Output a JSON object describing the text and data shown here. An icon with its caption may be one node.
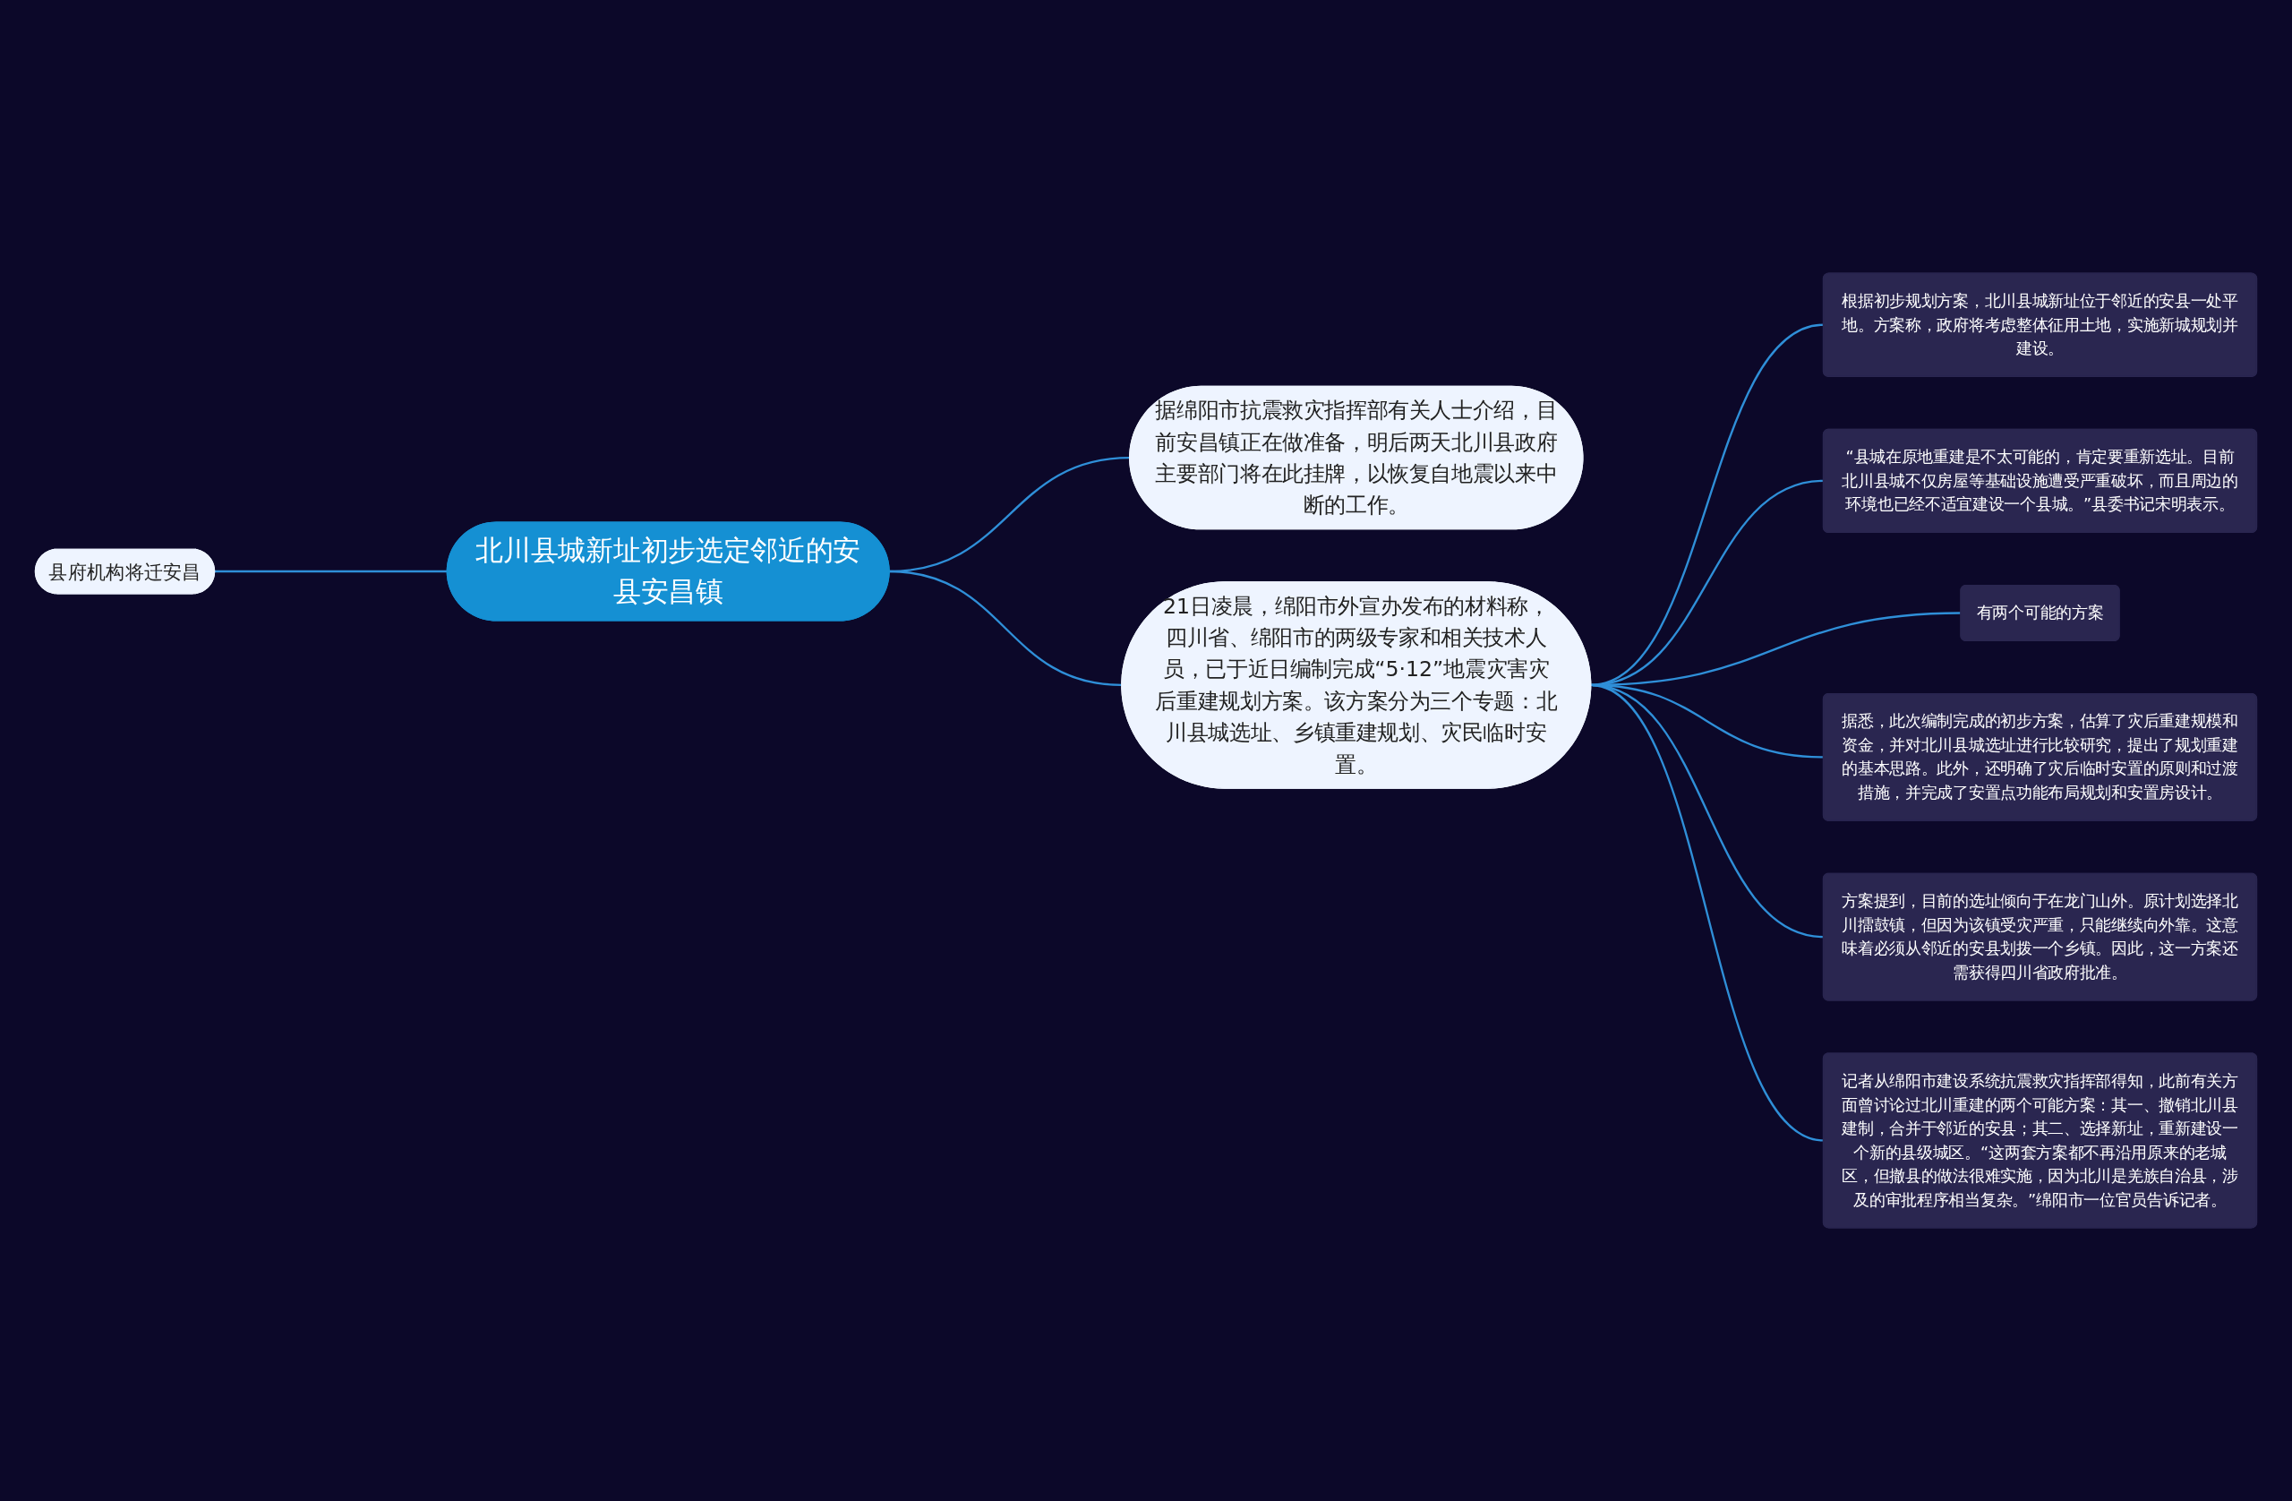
{
  "diagram": {
    "nodes": [
      {
        "text": [
          "北川县城新址初步选定邻近的安县安昌镇"
        ]
      },
      {
        "text": [
          "县府机构将迁安昌"
        ]
      },
      {
        "text": [
          "据绵阳市抗震救灾指挥部有关人士介绍，目前安昌镇正在做准备，明后两天北川县政府主要部门将在此挂牌，以恢复自地震以来中断的工作。"
        ]
      },
      {
        "text": [
          "21日凌晨，绵阳市外宣办发布的材料称，四川省、绵阳市的两级专家和相关技术人员，已于近日编制完成“5·12”地震灾害灾后重建规划方案。该方案分为三个专题：北川县城选址、乡镇重建规划、灾民临时安置。"
        ]
      },
      {
        "text": [
          "根据初步规划方案，北川县城新址位于邻近的安县一处平地。方案称，政府将考虑整体征用土地，实施新城规划并建设。"
        ]
      },
      {
        "text": [
          "“县城在原地重建是不太可能的，肯定要重新选址。目前北川县城不仅房屋等基础设施遭受严重破坏，而且周边的环境也已经不适宜建设一个县城。”县委书记宋明表示。"
        ]
      },
      {
        "text": [
          "有两个可能的方案"
        ]
      },
      {
        "text": [
          "据悉，此次编制完成的初步方案，估算了灾后重建规模和资金，并对北川县城选址进行比较研究，提出了规划重建的基本思路。此外，还明确了灾后临时安置的原则和过渡措施，并完成了安置点功能布局规划和安置房设计。"
        ]
      },
      {
        "text": [
          "方案提到，目前的选址倾向于在龙门山外。原计划选择北川擂鼓镇，但因为该镇受灾严重，只能继续向外靠。这意味着必须从邻近的安县划拨一个乡镇。因此，这一方案还需获得四川省政府批准。"
        ]
      },
      {
        "text": [
          "记者从绵阳市建设系统抗震救灾指挥部得知，此前有关方面曾讨论过北川重建的两个可能方案：其一、撤销北川县建制，合并于邻近的安县；其二、选择新址，重新建设一个新的县级城区。“这两套方案都不再沿用原来的老城区，但撤县的做法很难实施，因为北川是羌族自治县，涉及的审批程序相当复杂。”绵阳市一位官员告诉记者。"
        ]
      }
    ],
    "edges": [
      {
        "from": 1,
        "to": 0,
        "arrow": "none"
      },
      {
        "from": 0,
        "to": 2,
        "arrow": "none"
      },
      {
        "from": 0,
        "to": 3,
        "arrow": "none"
      },
      {
        "from": 3,
        "to": 4,
        "arrow": "none"
      },
      {
        "from": 3,
        "to": 5,
        "arrow": "none"
      },
      {
        "from": 3,
        "to": 6,
        "arrow": "none"
      },
      {
        "from": 3,
        "to": 7,
        "arrow": "none"
      },
      {
        "from": 3,
        "to": 8,
        "arrow": "none"
      },
      {
        "from": 3,
        "to": 9,
        "arrow": "none"
      }
    ]
  }
}
